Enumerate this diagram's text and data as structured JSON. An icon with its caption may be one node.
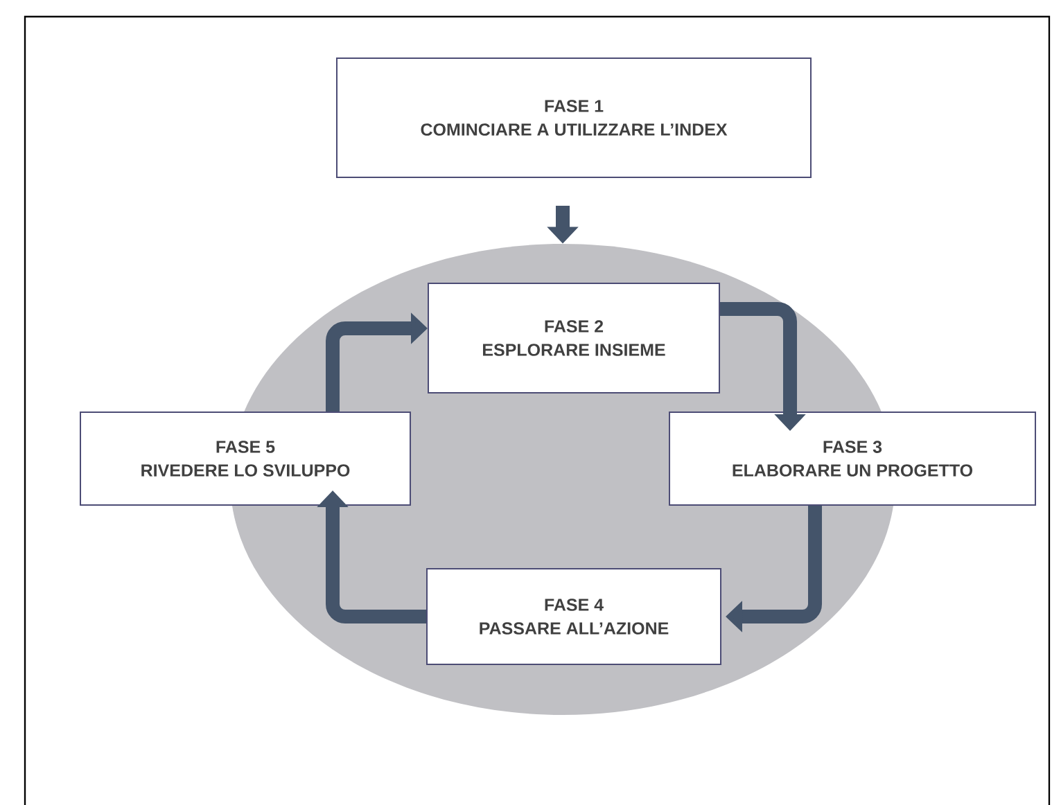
{
  "diagram": {
    "nodes": [
      {
        "text": [
          "FASE 1",
          "COMINCIARE A UTILIZZARE L’INDEX"
        ]
      },
      {
        "text": [],
        "shape": "ellipse"
      },
      {
        "text": [
          "FASE 2",
          "ESPLORARE INSIEME"
        ],
        "in": 1
      },
      {
        "text": [
          "FASE 5",
          "RIVEDERE LO SVILUPPO"
        ]
      },
      {
        "text": [
          "FASE 3",
          "ELABORARE UN PROGETTO"
        ]
      },
      {
        "text": [
          "FASE 4",
          "PASSARE ALL’AZIONE"
        ],
        "in": 1
      }
    ],
    "edges": [
      {
        "from": 0,
        "to": 1,
        "arrow": "to"
      },
      {
        "from": 2,
        "to": 4,
        "arrow": "to"
      },
      {
        "from": 4,
        "to": 5,
        "arrow": "to"
      },
      {
        "from": 5,
        "to": 3,
        "arrow": "to"
      },
      {
        "from": 3,
        "to": 2,
        "arrow": "to"
      }
    ]
  }
}
